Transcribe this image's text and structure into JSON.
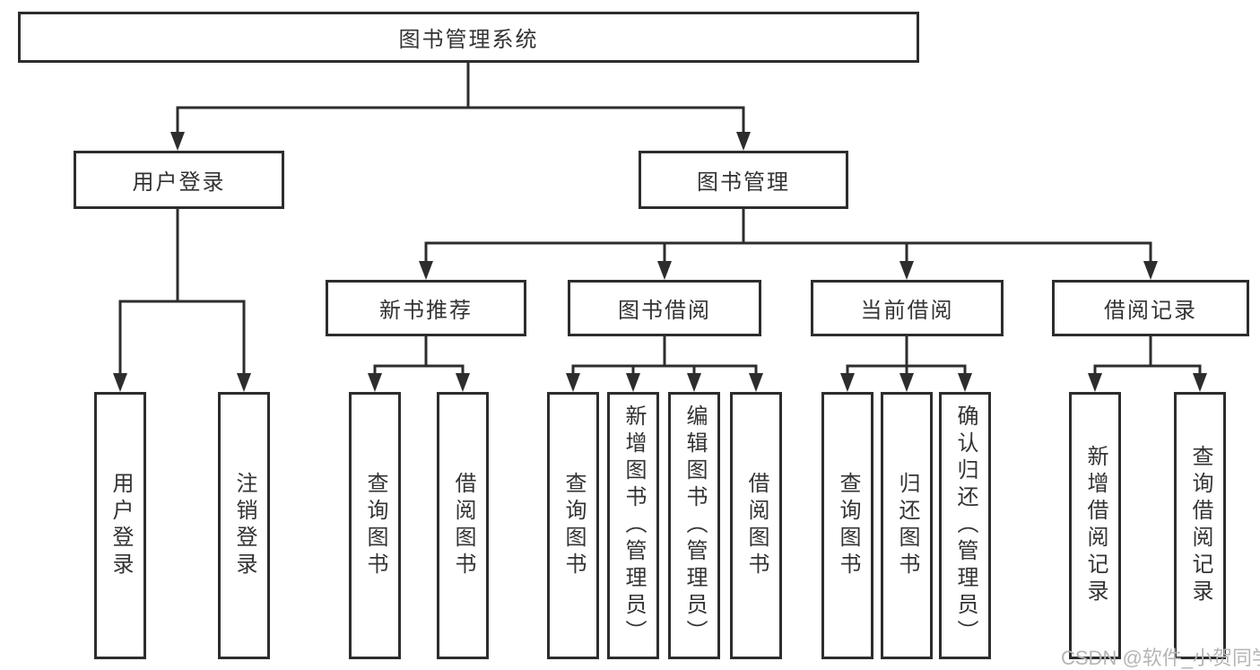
{
  "diagram": {
    "root": {
      "label": "图书管理系统"
    },
    "level1": [
      {
        "label": "用户登录"
      },
      {
        "label": "图书管理"
      }
    ],
    "level2": [
      {
        "label": "新书推荐"
      },
      {
        "label": "图书借阅"
      },
      {
        "label": "当前借阅"
      },
      {
        "label": "借阅记录"
      }
    ],
    "leaves": {
      "user_login": [
        "用户登录",
        "注销登录"
      ],
      "new_book_recommend": [
        "查询图书",
        "借阅图书"
      ],
      "book_borrow": [
        "查询图书",
        "新增图书（管理员）",
        "编辑图书（管理员）",
        "借阅图书"
      ],
      "current_borrow": [
        "查询图书",
        "归还图书",
        "确认归还（管理员）"
      ],
      "borrow_record": [
        "新增借阅记录",
        "查询借阅记录"
      ]
    }
  },
  "watermark": {
    "text": "CSDN @软件_小贺同学"
  },
  "colors": {
    "line": "#2d2d2d",
    "box_border": "#2d2d2d",
    "box_fill": "#ffffff",
    "text": "#333333",
    "watermark": "#b5b5b5",
    "background": "#ffffff"
  }
}
